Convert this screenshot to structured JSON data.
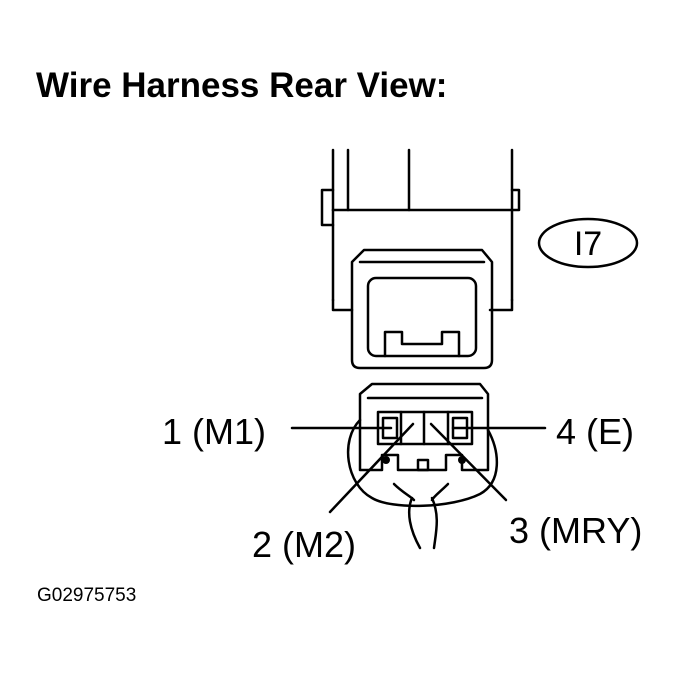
{
  "title": "Wire Harness Rear View:",
  "connector_id": "I7",
  "pins": [
    {
      "label": "1 (M1)"
    },
    {
      "label": "2 (M2)"
    },
    {
      "label": "3 (MRY)"
    },
    {
      "label": "4 (E)"
    }
  ],
  "figure_code": "G02975753"
}
